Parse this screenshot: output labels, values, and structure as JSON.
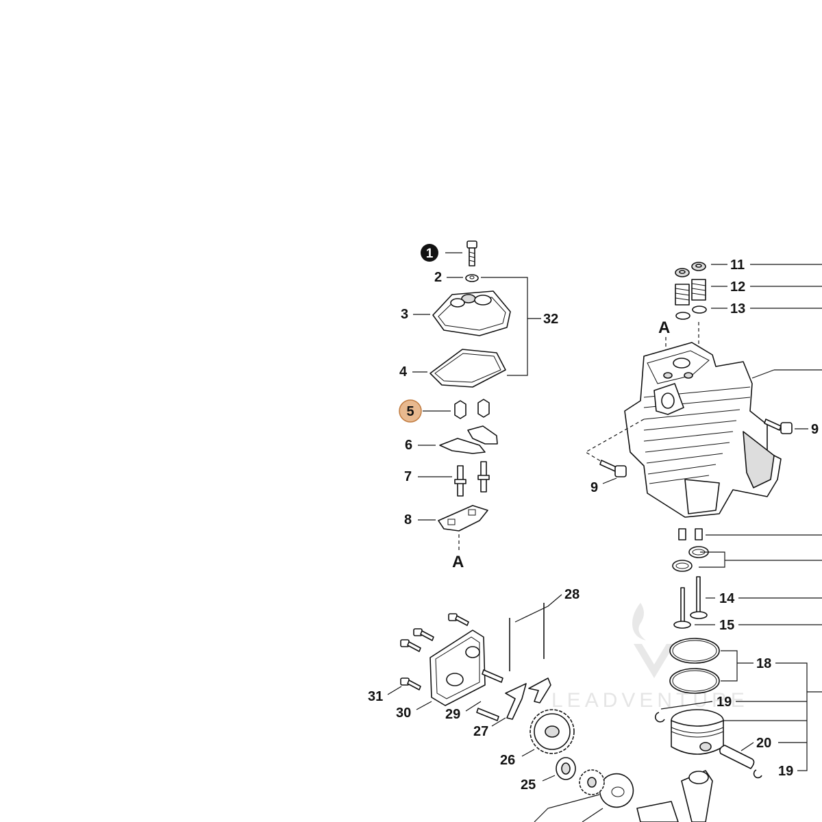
{
  "diagram": {
    "callouts": {
      "p1": "1",
      "p2": "2",
      "p3": "3",
      "p4": "4",
      "p5": "5",
      "p6": "6",
      "p7": "7",
      "p8": "8",
      "p9a": "9",
      "p9b": "9",
      "p11": "11",
      "p12": "12",
      "p13": "13",
      "p14": "14",
      "p15": "15",
      "p18": "18",
      "p19a": "19",
      "p19b": "19",
      "p20": "20",
      "p25": "25",
      "p26": "26",
      "p27": "27",
      "p28": "28",
      "p29": "29",
      "p30": "30",
      "p31": "31",
      "p32": "32"
    },
    "section_labels": {
      "a_top": "A",
      "a_bottom": "A"
    },
    "highlight_color": "#e8b98f",
    "highlight_stroke": "#c07a3e"
  },
  "watermark": {
    "text": "LEADVENTURE"
  }
}
